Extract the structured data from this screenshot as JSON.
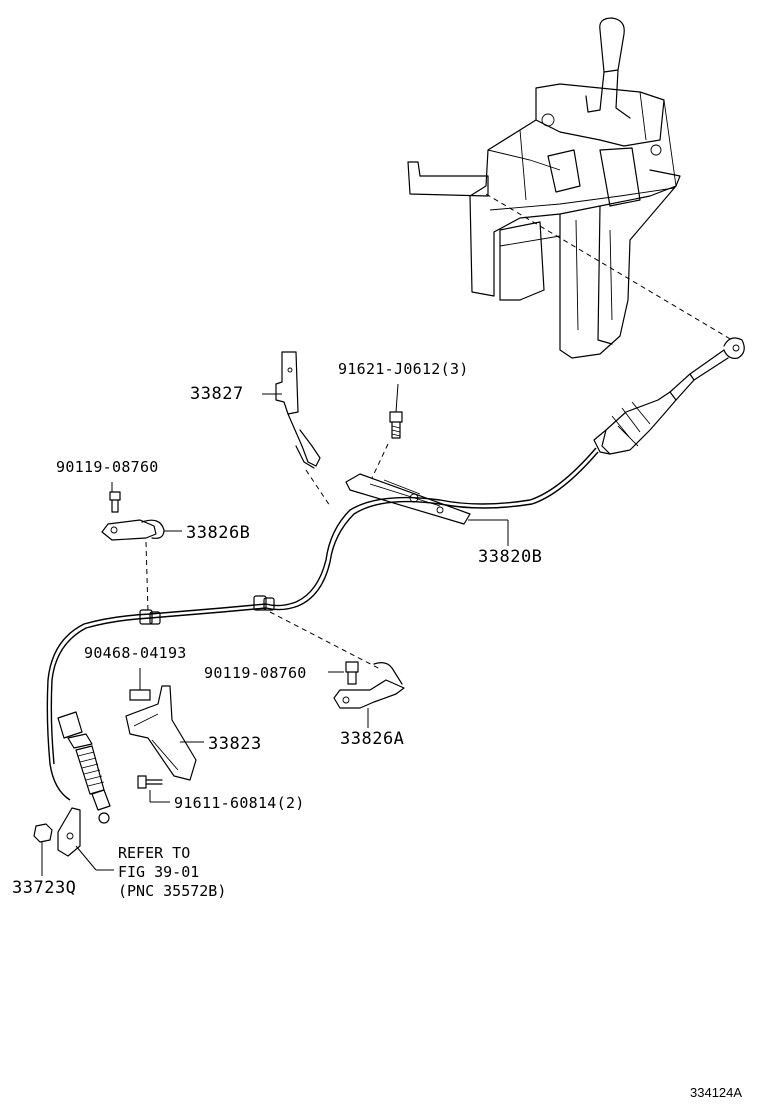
{
  "callouts": {
    "p33827": "33827",
    "p91621": "91621-J0612(3)",
    "p90119_top": "90119-08760",
    "p33826b": "33826B",
    "p33820b": "33820B",
    "p90468": "90468-04193",
    "p90119_mid": "90119-08760",
    "p33826a": "33826A",
    "p33823": "33823",
    "p91611": "91611-60814(2)",
    "p33723q": "33723Q"
  },
  "reference_note": {
    "line1": "REFER TO",
    "line2": "FIG 39-01",
    "line3": "(PNC 35572B)"
  },
  "figure_code": "334124A"
}
